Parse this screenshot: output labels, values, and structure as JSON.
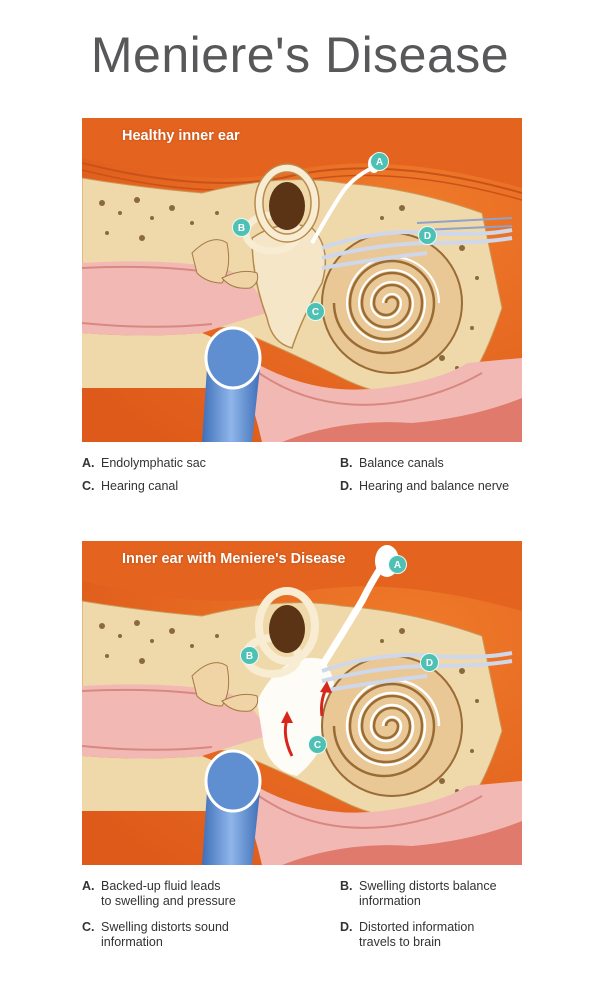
{
  "title": "Meniere's Disease",
  "panels": [
    {
      "heading": "Healthy inner ear",
      "markers": [
        "A",
        "B",
        "C",
        "D"
      ],
      "legend": [
        {
          "letter": "A.",
          "text": "Endolymphatic sac"
        },
        {
          "letter": "B.",
          "text": "Balance canals"
        },
        {
          "letter": "C.",
          "text": "Hearing canal"
        },
        {
          "letter": "D.",
          "text": "Hearing and balance nerve"
        }
      ]
    },
    {
      "heading": "Inner ear with Meniere's Disease",
      "markers": [
        "A",
        "B",
        "C",
        "D"
      ],
      "legend": [
        {
          "letter": "A.",
          "text": "Backed-up fluid leads\nto swelling and pressure"
        },
        {
          "letter": "B.",
          "text": "Swelling distorts balance\ninformation"
        },
        {
          "letter": "C.",
          "text": "Swelling distorts sound\ninformation"
        },
        {
          "letter": "D.",
          "text": "Distorted information\ntravels to brain"
        }
      ]
    }
  ],
  "colors": {
    "background": "#e8691f",
    "bone": "#efd9ab",
    "skin": "#f2b9b4",
    "vessel": "#5f8fd1",
    "marker": "#4fc1b4",
    "fluid": "#ffffff",
    "arrow": "#d9261c"
  }
}
